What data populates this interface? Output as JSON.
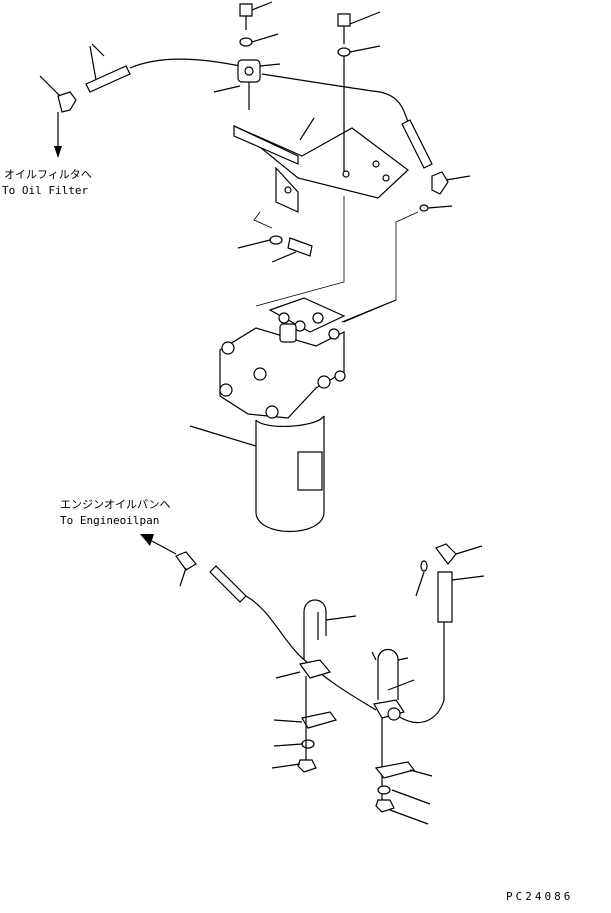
{
  "figure": {
    "code": "PC24086",
    "annotations": {
      "oil_filter_jp": "オイルフィルタヘ",
      "oil_filter_en": "To Oil Filter",
      "oil_pan_jp": "エンジンオイルパンヘ",
      "oil_pan_en": "To Engineoilpan"
    }
  },
  "colors": {
    "line": "#000000",
    "background": "#ffffff"
  }
}
